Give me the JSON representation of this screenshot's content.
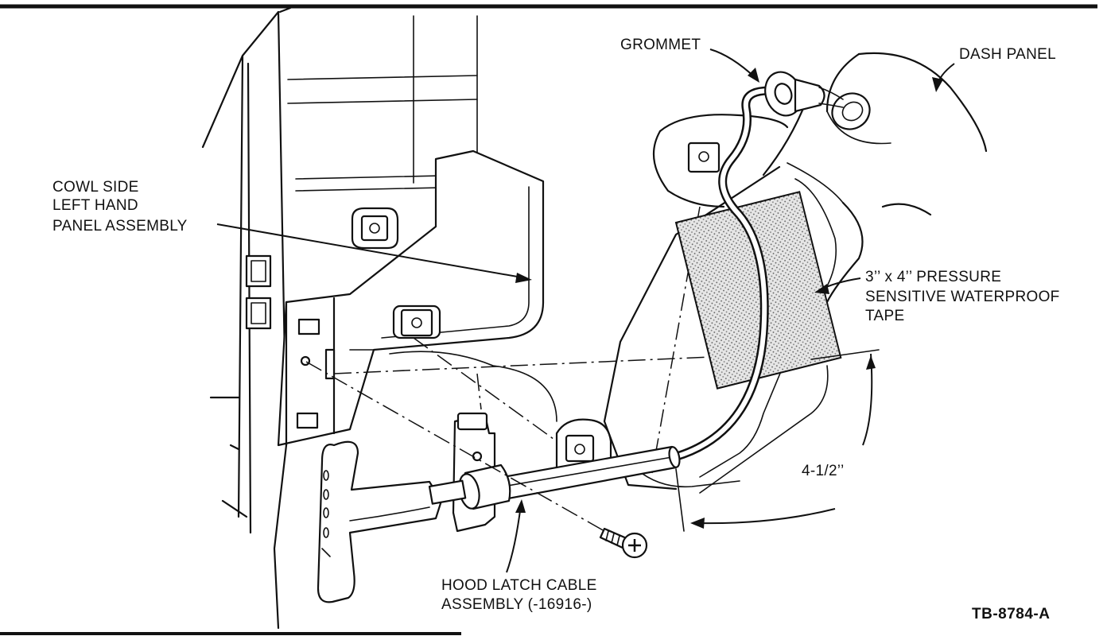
{
  "labels": {
    "grommet": "GROMMET",
    "dash_panel": "DASH PANEL",
    "cowl_side_line1": "COWL SIDE",
    "cowl_side_line2": "LEFT HAND",
    "cowl_side_line3": "PANEL ASSEMBLY",
    "tape_line1": "3’’ x 4’’ PRESSURE",
    "tape_line2": "SENSITIVE WATERPROOF",
    "tape_line3": "TAPE",
    "dimension": "4-1/2’’",
    "cable_line1": "HOOD LATCH CABLE",
    "cable_line2": "ASSEMBLY (-16916-)",
    "figure_id": "TB-8784-A"
  }
}
